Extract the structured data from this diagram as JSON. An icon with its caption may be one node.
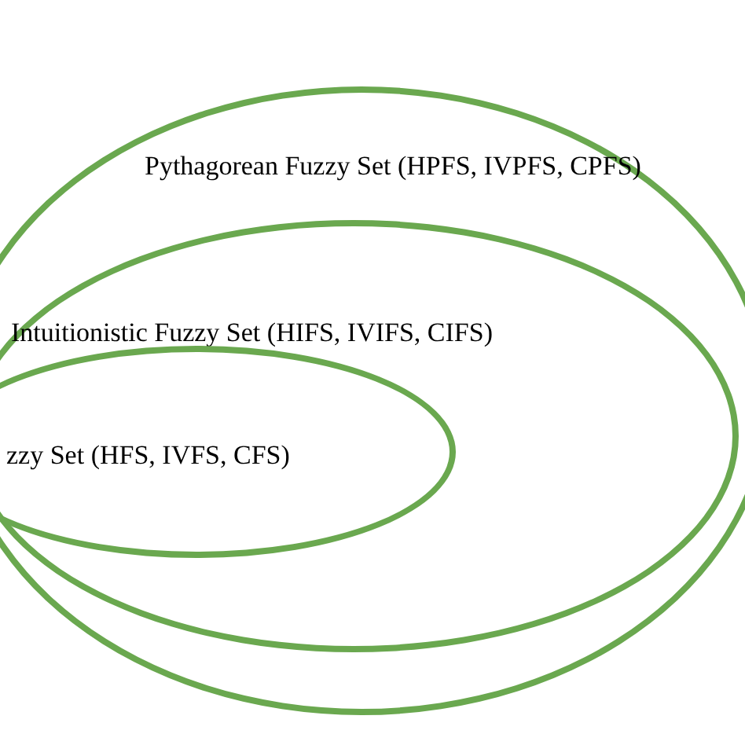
{
  "diagram": {
    "nodes": [
      {
        "text": [
          "Pythagorean Fuzzy Set (HPFS, IVPFS, CPFS)"
        ]
      },
      {
        "text": [
          "Intuitionistic Fuzzy Set (HIFS, IVIFS, CIFS)"
        ],
        "in": 0
      },
      {
        "text": [
          "zzy Set (HFS, IVFS, CFS)"
        ],
        "in": 1
      }
    ]
  }
}
